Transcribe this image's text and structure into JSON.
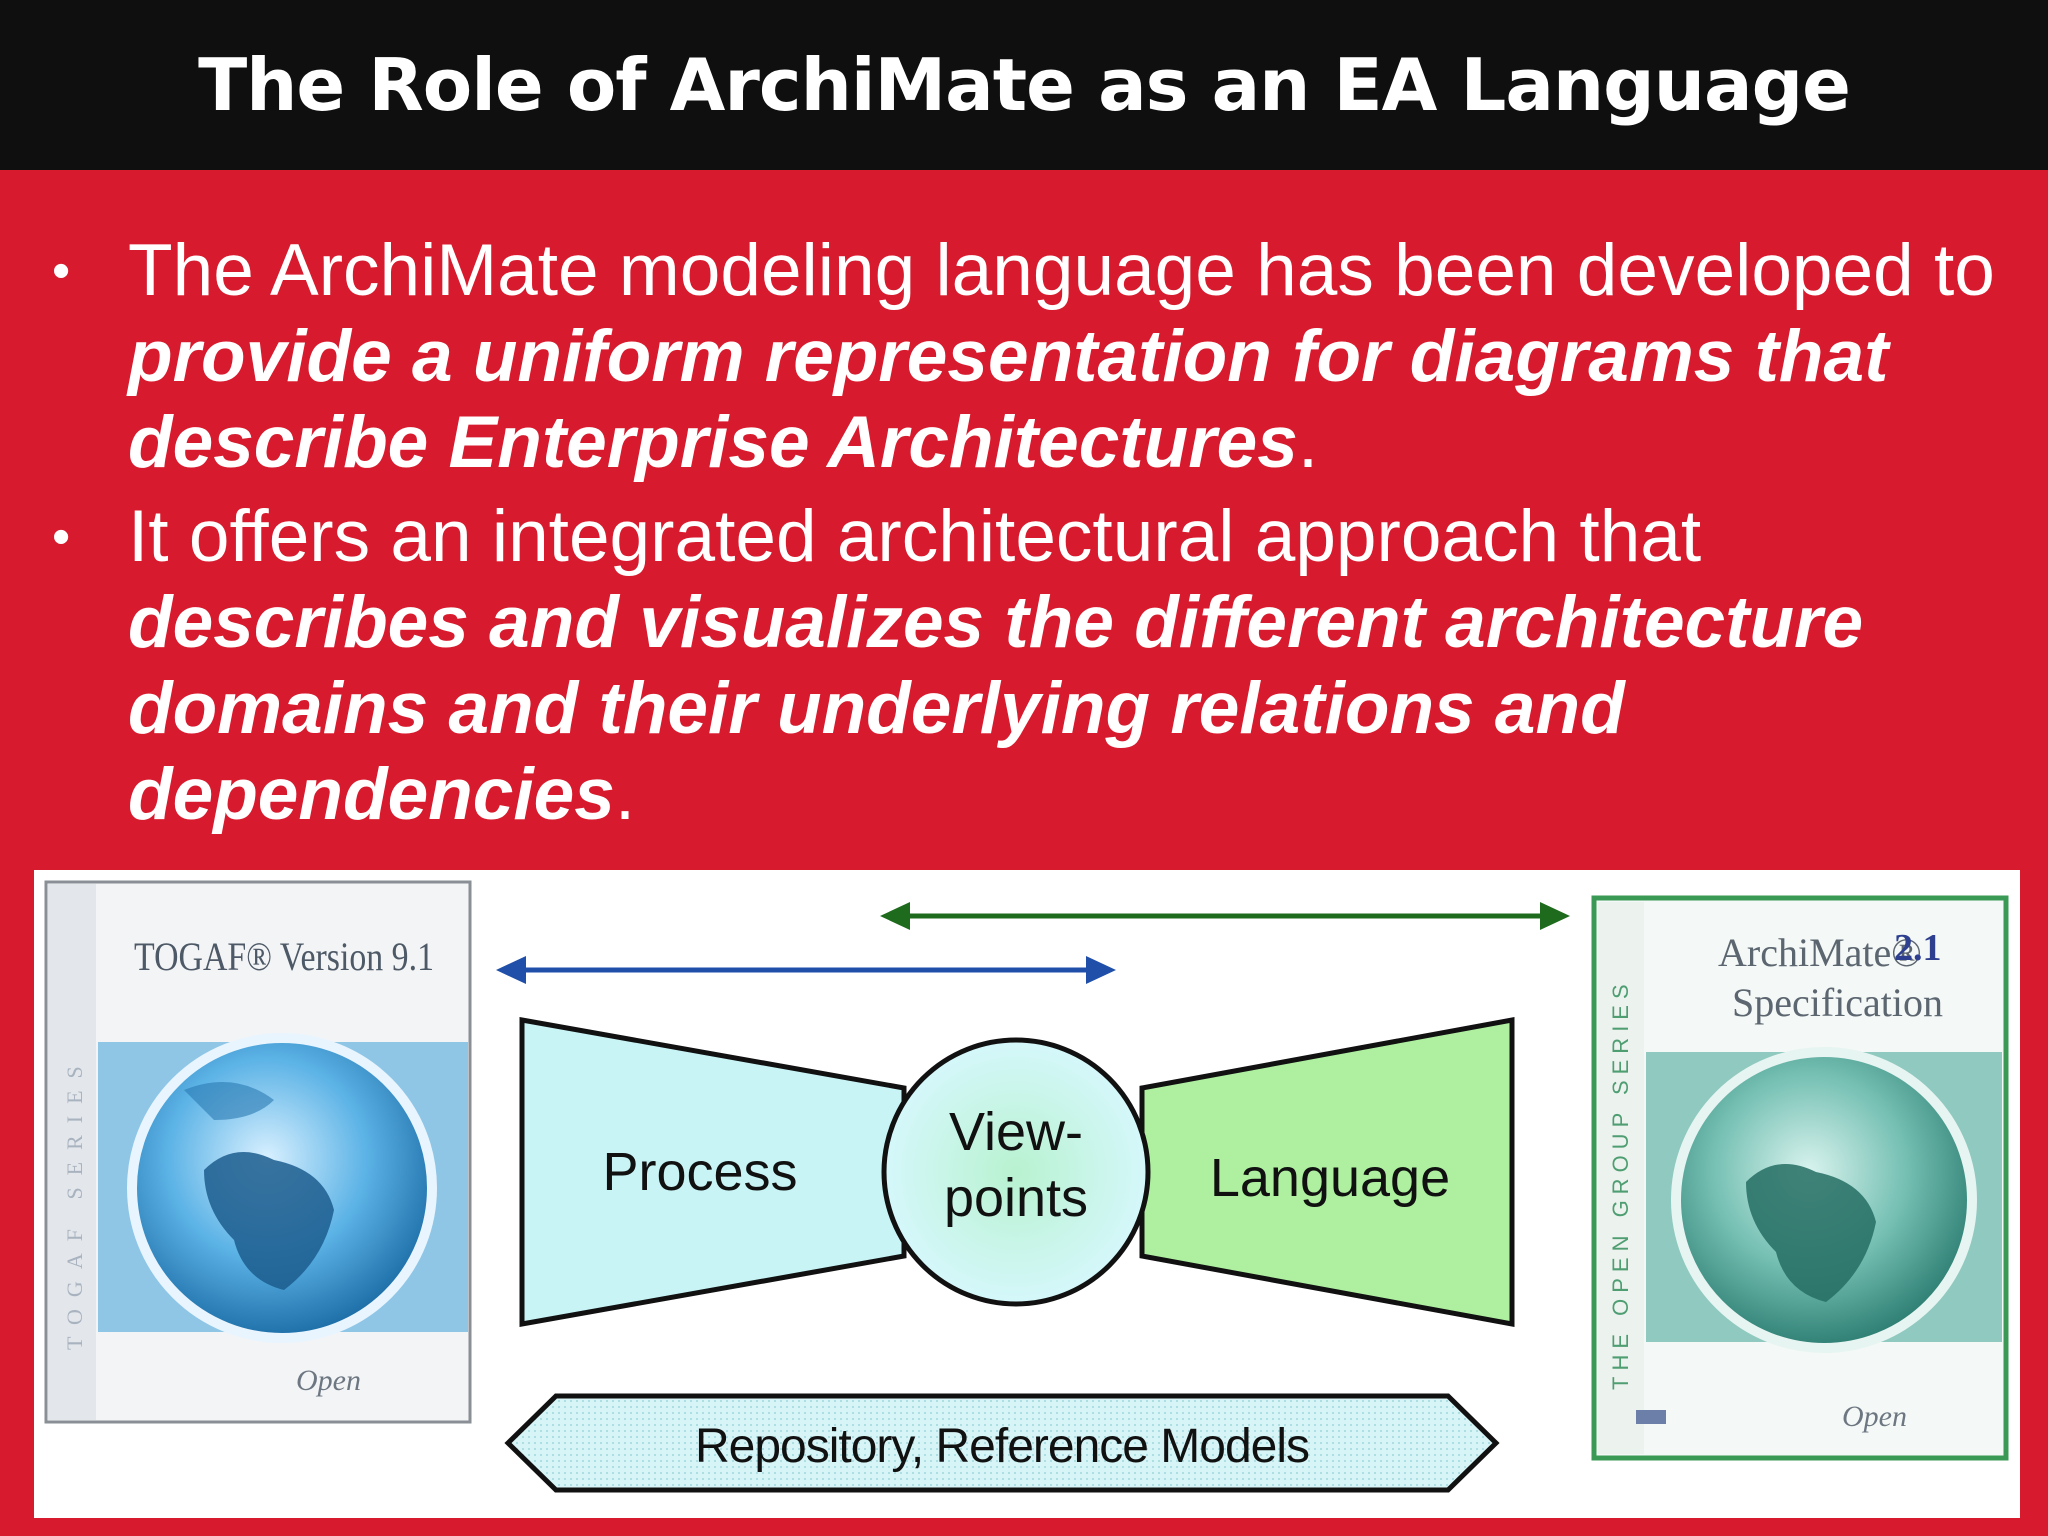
{
  "slide": {
    "title": "The Role of ArchiMate as an EA Language"
  },
  "bullets": [
    {
      "pre": "The ArchiMate modeling language has been developed to ",
      "emph": "provide a uniform representation for diagrams that describe Enterprise Architectures",
      "post": "."
    },
    {
      "pre": "It offers an integrated architectural approach that ",
      "emph": "describes and visualizes the different architecture domains and their underlying relations and dependencies",
      "post": "."
    }
  ],
  "figure": {
    "togaf_book": {
      "series": "TOGAF SERIES",
      "title": "TOGAF® Version 9.1",
      "publisher": "Open"
    },
    "archimate_book": {
      "series": "THE OPEN GROUP SERIES",
      "title_line1": "ArchiMate®",
      "version": "2.1",
      "title_line2": "Specification",
      "publisher": "Open"
    },
    "diagram": {
      "left_label": "Process",
      "center_line1": "View-",
      "center_line2": "points",
      "right_label": "Language",
      "bottom_label": "Repository, Reference Models"
    },
    "colors": {
      "blue_arrow": "#1f4fa8",
      "green_arrow": "#1e6b1e",
      "process_fill": "#c8f4f6",
      "language_fill": "#aef0a0"
    }
  }
}
